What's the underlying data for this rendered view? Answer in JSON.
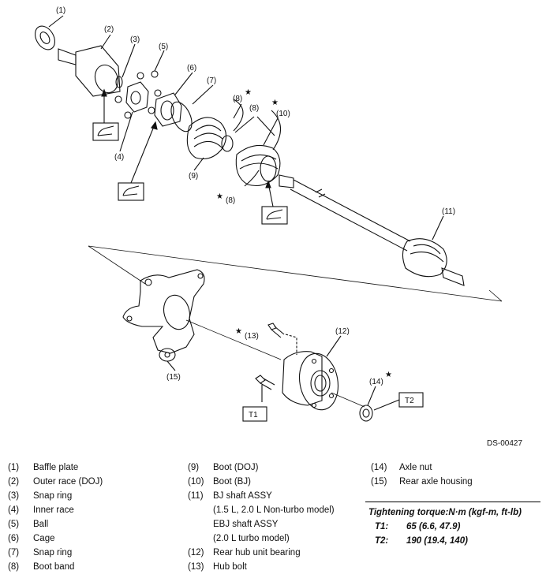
{
  "diagram": {
    "document_code": "DS-00427",
    "callouts": {
      "c1": "(1)",
      "c2": "(2)",
      "c3": "(3)",
      "c4": "(4)",
      "c5": "(5)",
      "c6": "(6)",
      "c7": "(7)",
      "c8a": "(8)",
      "c8b": "(8)",
      "c8c": "(8)",
      "c9": "(9)",
      "c10": "(10)",
      "c11": "(11)",
      "c12": "(12)",
      "c13": "(13)",
      "c14": "(14)",
      "c15": "(15)"
    },
    "star": "★",
    "torque_boxes": {
      "t1": "T1",
      "t2": "T2"
    }
  },
  "legend": {
    "col1": [
      {
        "num": "(1)",
        "label": "Baffle plate"
      },
      {
        "num": "(2)",
        "label": "Outer race (DOJ)"
      },
      {
        "num": "(3)",
        "label": "Snap ring"
      },
      {
        "num": "(4)",
        "label": "Inner race"
      },
      {
        "num": "(5)",
        "label": "Ball"
      },
      {
        "num": "(6)",
        "label": "Cage"
      },
      {
        "num": "(7)",
        "label": "Snap ring"
      },
      {
        "num": "(8)",
        "label": "Boot band"
      }
    ],
    "col2": {
      "i9": {
        "num": "(9)",
        "label": "Boot (DOJ)"
      },
      "i10": {
        "num": "(10)",
        "label": "Boot (BJ)"
      },
      "i11": {
        "num": "(11)",
        "label": "BJ shaft ASSY"
      },
      "i11_sub1": "(1.5 L, 2.0 L Non-turbo model)",
      "i11_sub2": "EBJ shaft ASSY",
      "i11_sub3": "(2.0 L turbo model)",
      "i12": {
        "num": "(12)",
        "label": "Rear hub unit bearing"
      },
      "i13": {
        "num": "(13)",
        "label": "Hub bolt"
      }
    },
    "col3": [
      {
        "num": "(14)",
        "label": "Axle nut"
      },
      {
        "num": "(15)",
        "label": "Rear axle housing"
      }
    ]
  },
  "torque": {
    "heading": "Tightening torque:N·m (kgf-m, ft-lb)",
    "t1_key": "T1:",
    "t1_value": "65 (6.6, 47.9)",
    "t2_key": "T2:",
    "t2_value": "190 (19.4, 140)"
  }
}
